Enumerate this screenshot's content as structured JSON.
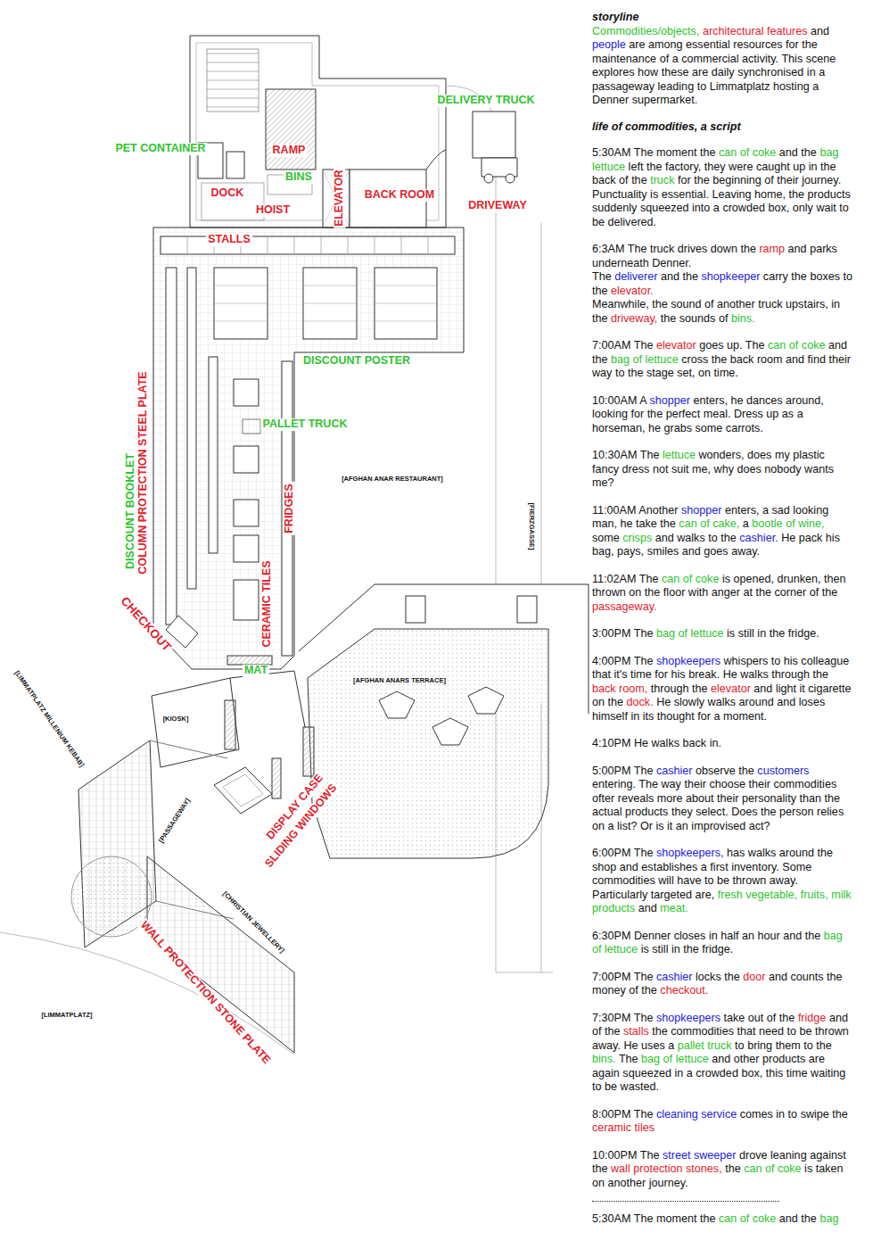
{
  "diagram": {
    "title": "storyline",
    "labels": [
      "DELIVERY TRUCK",
      "PET CONTAINER",
      "RAMP",
      "BINS",
      "DOCK",
      "HOIST",
      "ELEVATOR",
      "BACK ROOM",
      "DRIVEWAY",
      "STALLS",
      "DISCOUNT POSTER",
      "PALLET TRUCK",
      "[AFGHAN ANAR RESTAURANT]",
      "DISCOUNT BOOKLET",
      "COLUMN PROTECTION STEEL PLATE",
      "FRIDGES",
      "[FIERZGASSE]",
      "CERAMIC TILES",
      "CHECKOUT",
      "MAT",
      "[AFGHAN ANARS TERRACE]",
      "[KIOSK]",
      "[LIMMATPLATZ MILLENIUM KEBAB]",
      "[PASSAGEWAY]",
      "DISPLAY CASE",
      "SLIDING WINDOWS",
      "[CHRISTIAN JEWELLERY]",
      "WALL PROTECTION STONE PLATE",
      "[LIMMATPLATZ]",
      "Commodities/objects, architectural features and people are among essential resources for the maintenance of a commercial activity. This scene explores how these are daily synchronised in a passageway leading to Limmatplatz hosting a Denner supermarket.",
      "life of commodities, a script",
      "5:30AM The moment the can of coke and the bag lettuce left the factory, they were caught up in the back of the truck for the beginning of their journey. Punctuality is essential. Leaving home, the products suddenly squeezed into a crowded box, only wait to be delivered.",
      "6:3AM The truck drives down the ramp and parks underneath Denner.",
      "The deliverer and the shopkeeper carry the boxes to the elevator.",
      "Meanwhile, the sound of another truck upstairs, in the driveway, the sounds of bins.",
      "7:00AM The elevator goes up. The can of coke and the bag of lettuce cross the back room and find their way to the stage set, on time.",
      "10:00AM A shopper enters, he dances around, looking for the perfect meal. Dress up as a horseman, he grabs some carrots.",
      "10:30AM The lettuce wonders, does my plastic fancy dress not suit me, why does nobody wants me?",
      "11:00AM Another shopper enters, a sad looking man, he take the can of cake, a bootle of wine, some crisps and walks to the cashier. He pack his bag, pays, smiles and goes away.",
      "11:02AM The can of coke is opened, drunken, then thrown on the floor with anger at the corner of the passageway.",
      "3:00PM The bag of lettuce is still in the fridge.",
      "4:00PM The shopkeepers whispers to his colleague that it's time for his break. He walks through the back room, through the elevator and light it cigarette on the dock. He slowly walks around and loses himself in its thought for a moment.",
      "4:10PM He walks back in.",
      "5:00PM The cashier observe the customers entering. The way their choose their commodities ofter reveals more about their personality than the actual products they select. Does the person relies on a list? Or is it an improvised act?",
      "6:00PM The shopkeepers, has walks around the shop and establishes a first inventory. Some commodities will have to be thrown away. Particularly targeted are, fresh vegetable, fruits, milk products and meat.",
      "6:30PM Denner closes in half an hour and the bag of lettuce is still in the fridge.",
      "7:00PM The cashier locks the door and counts the money of the checkout.",
      "7:30PM The shopkeepers take out of the fridge and of the stalls the commodities that need to be thrown away. He uses a pallet truck to bring them to the bins. The bag of lettuce and other products are again squeezed in a crowded box, this time waiting to be wasted.",
      "8:00PM The cleaning service comes in to swipe the ceramic tiles",
      "10:00PM The street sweeper drove leaning against the wall protection stones, the can of coke is taken on another journey.",
      "5:30AM The moment the can of coke and the bag"
    ]
  }
}
